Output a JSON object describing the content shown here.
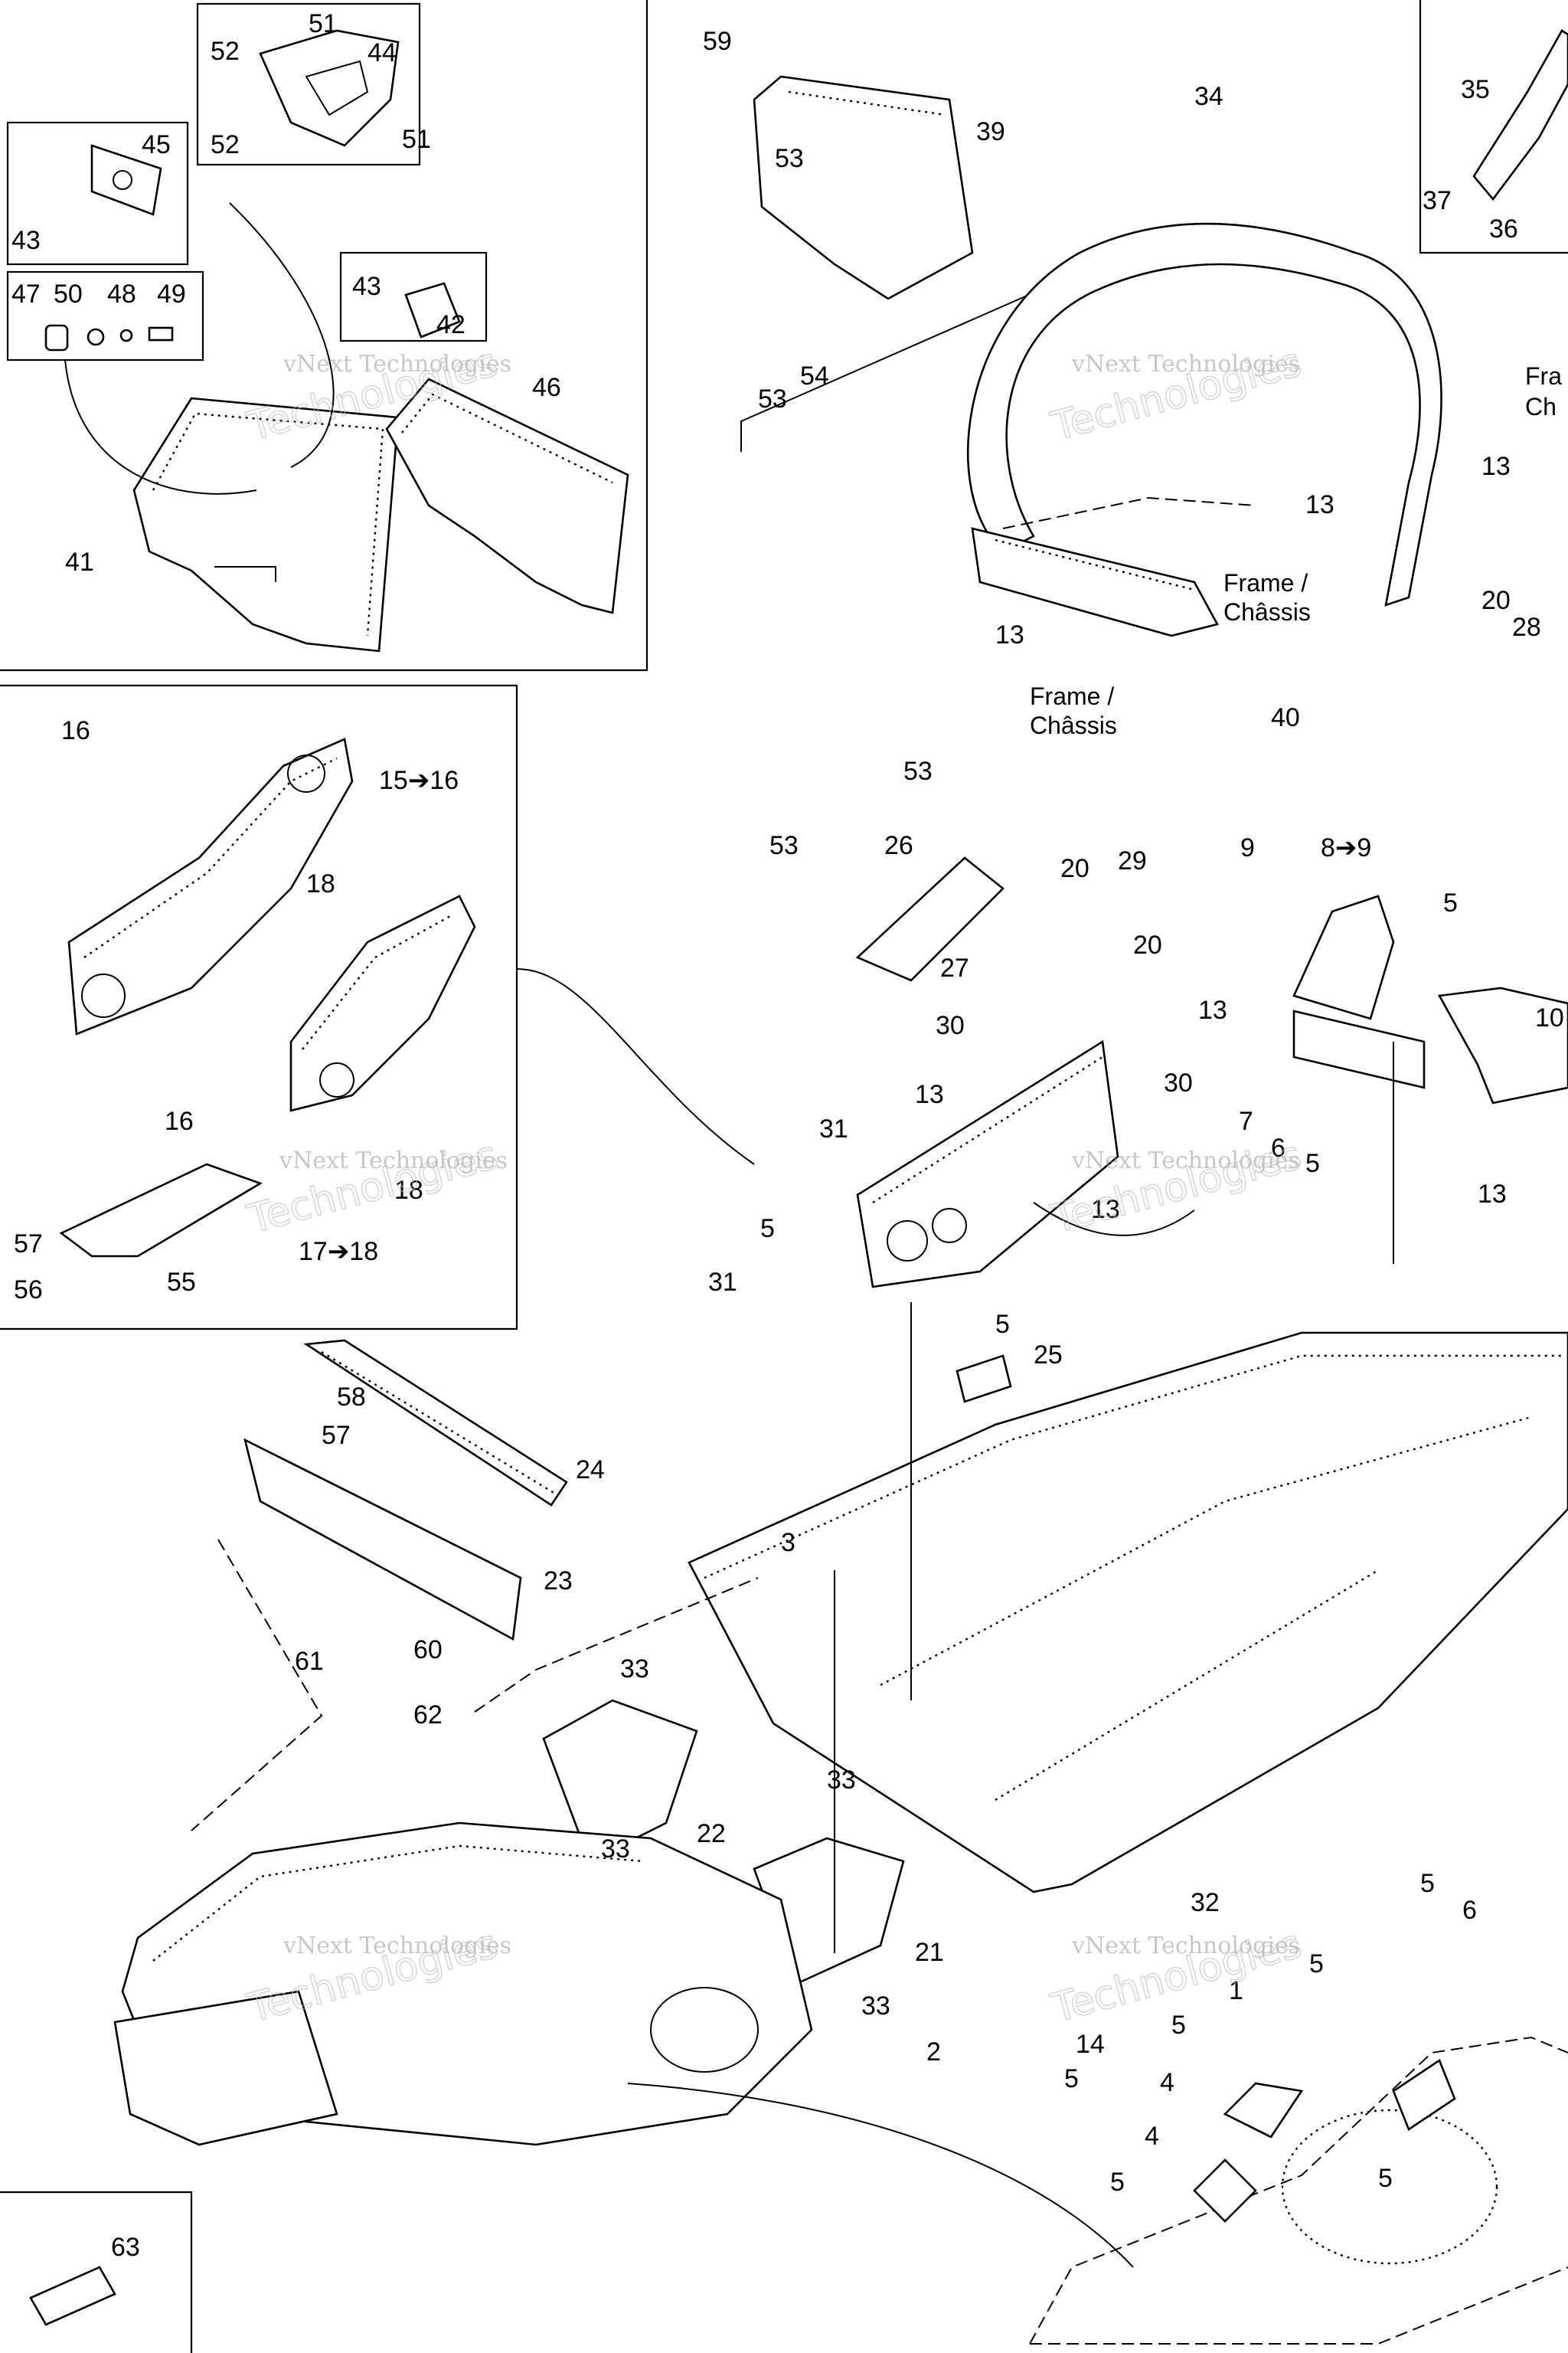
{
  "watermark": {
    "line1": "vNext Technologies",
    "line2": "Technologies"
  },
  "frame_labels": {
    "frame_chassis_1a": "Frame /",
    "frame_chassis_1b": "Châssis",
    "frame_chassis_2a": "Frame /",
    "frame_chassis_2b": "Châssis",
    "frame_cut": "Fra",
    "chassis_cut": "Ch"
  },
  "callouts": [
    "51",
    "52",
    "44",
    "52",
    "51",
    "45",
    "43",
    "47",
    "50",
    "48",
    "49",
    "43",
    "42",
    "46",
    "41",
    "59",
    "53",
    "39",
    "53",
    "54",
    "34",
    "35",
    "37",
    "36",
    "13",
    "13",
    "20",
    "28",
    "13",
    "40",
    "16",
    "15➔16",
    "18",
    "16",
    "18",
    "17➔18",
    "57",
    "56",
    "55",
    "53",
    "26",
    "53",
    "20",
    "29",
    "27",
    "20",
    "30",
    "13",
    "30",
    "31",
    "7",
    "6",
    "5",
    "5",
    "31",
    "5",
    "13",
    "9",
    "8➔9",
    "5",
    "13",
    "10",
    "13",
    "25",
    "58",
    "57",
    "24",
    "23",
    "3",
    "61",
    "60",
    "62",
    "33",
    "22",
    "33",
    "33",
    "21",
    "33",
    "32",
    "5",
    "6",
    "5",
    "1",
    "5",
    "2",
    "14",
    "5",
    "4",
    "4",
    "5",
    "5",
    "63"
  ],
  "colors": {
    "line": "#000000",
    "watermark": "#9a9a9a"
  }
}
